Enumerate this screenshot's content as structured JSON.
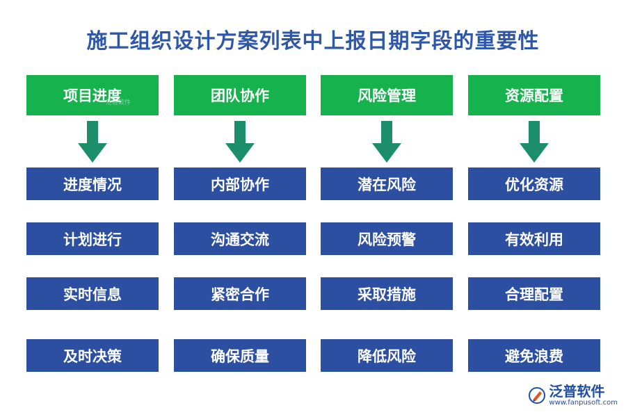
{
  "title": "施工组织设计方案列表中上报日期字段的重要性",
  "colors": {
    "header": "#16b24e",
    "box": "#2c4fa1",
    "arrow": "#1c8f6a",
    "title": "#2f57a8"
  },
  "columns": [
    {
      "header": "项目进度",
      "items": [
        "进度情况",
        "计划进行",
        "实时信息",
        "及时决策"
      ]
    },
    {
      "header": "团队协作",
      "items": [
        "内部协作",
        "沟通交流",
        "紧密合作",
        "确保质量"
      ]
    },
    {
      "header": "风险管理",
      "items": [
        "潜在风险",
        "风险预警",
        "采取措施",
        "降低风险"
      ]
    },
    {
      "header": "资源配置",
      "items": [
        "优化资源",
        "有效利用",
        "合理配置",
        "避免浪费"
      ]
    }
  ],
  "watermark": "泛普软件",
  "logo": {
    "name": "泛普软件",
    "url": "www.fanpusoft.com"
  }
}
